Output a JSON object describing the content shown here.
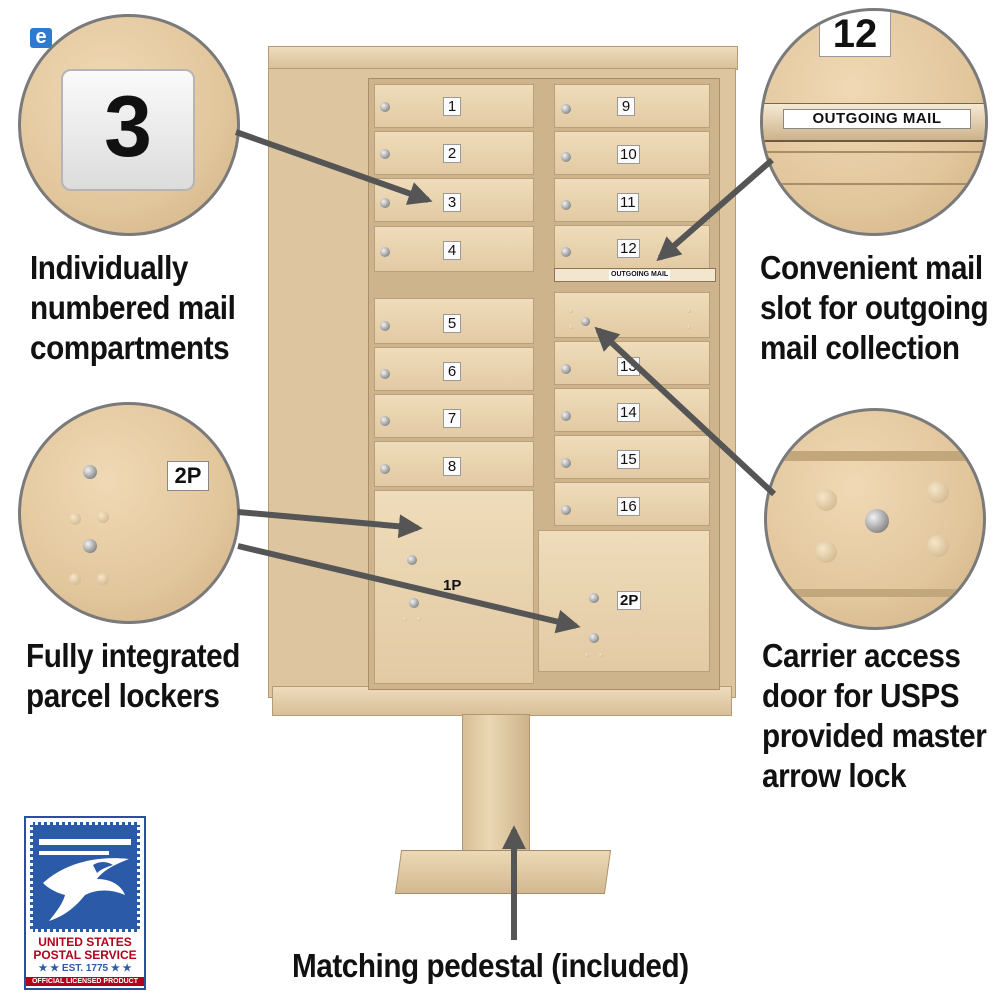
{
  "corner_mark": "e",
  "mailbox": {
    "compartments_left": [
      "1",
      "2",
      "3",
      "4",
      "5",
      "6",
      "7",
      "8"
    ],
    "compartments_right": [
      "9",
      "10",
      "11",
      "12",
      "13",
      "14",
      "15",
      "16"
    ],
    "outgoing_label": "OUTGOING MAIL",
    "parcel_left": "1P",
    "parcel_right": "2P"
  },
  "zoom_compartment": {
    "number": "3"
  },
  "zoom_outgoing": {
    "number": "12",
    "label": "OUTGOING MAIL"
  },
  "zoom_parcel": {
    "label": "2P"
  },
  "captions": {
    "numbered": [
      "Individually",
      "numbered mail",
      "compartments"
    ],
    "outgoing": [
      "Convenient mail",
      "slot for outgoing",
      "mail collection"
    ],
    "parcel": [
      "Fully integrated",
      "parcel lockers"
    ],
    "carrier": [
      "Carrier access",
      "door for USPS",
      "provided master",
      "arrow lock"
    ],
    "pedestal": [
      "Matching pedestal (included)"
    ]
  },
  "usps_logo": {
    "line1": "UNITED STATES",
    "line2": "POSTAL SERVICE",
    "line3": "★ ★ EST. 1775 ★ ★",
    "line4": "OFFICIAL LICENSED PRODUCT"
  },
  "colors": {
    "sand": "#dcc59f",
    "arrow": "#555555",
    "usps_blue": "#2a5aa8",
    "usps_red": "#b3001b"
  }
}
